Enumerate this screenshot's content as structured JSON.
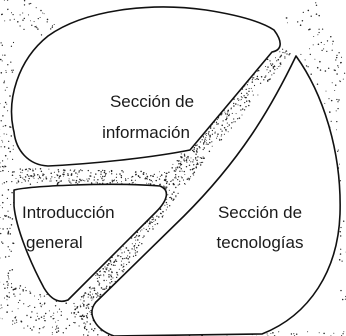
{
  "diagram": {
    "sections": [
      {
        "id": "informacion",
        "line1": "Sección de",
        "line2": "información"
      },
      {
        "id": "introduccion",
        "line1": "Introducción",
        "line2": "general"
      },
      {
        "id": "tecnologias",
        "line1": "Sección de",
        "line2": "tecnologías"
      }
    ]
  },
  "colors": {
    "ink": "#111111",
    "background": "#ffffff"
  }
}
